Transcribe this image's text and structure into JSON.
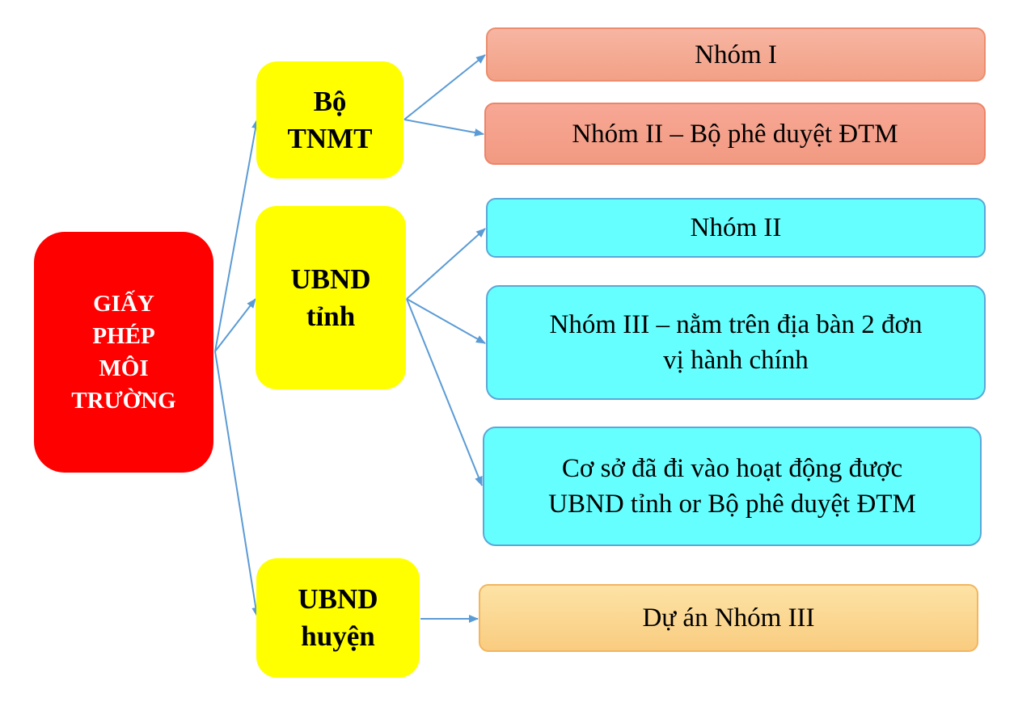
{
  "root": {
    "label": "GIẤY\nPHÉP\nMÔI\nTRƯỜNG",
    "color": "#ff0000"
  },
  "agencies": [
    {
      "label": "Bộ\nTNMT"
    },
    {
      "label": "UBND\ntỉnh"
    },
    {
      "label": "UBND\nhuyện"
    }
  ],
  "groups": [
    {
      "label": "Nhóm I"
    },
    {
      "label": "Nhóm II – Bộ phê duyệt ĐTM"
    },
    {
      "label": "Nhóm II"
    },
    {
      "label": "Nhóm III – nằm trên địa bàn 2 đơn\nvị hành chính"
    },
    {
      "label": "Cơ sở đã đi vào hoạt động được\nUBND tỉnh or Bộ phê duyệt ĐTM"
    },
    {
      "label": "Dự án Nhóm III"
    }
  ],
  "colors": {
    "agency": "#ffff00",
    "ministry_groups": "#f2a186",
    "province_groups": "#66ffff",
    "district_groups": "#f9cc80",
    "arrow": "#5b9bd5"
  }
}
